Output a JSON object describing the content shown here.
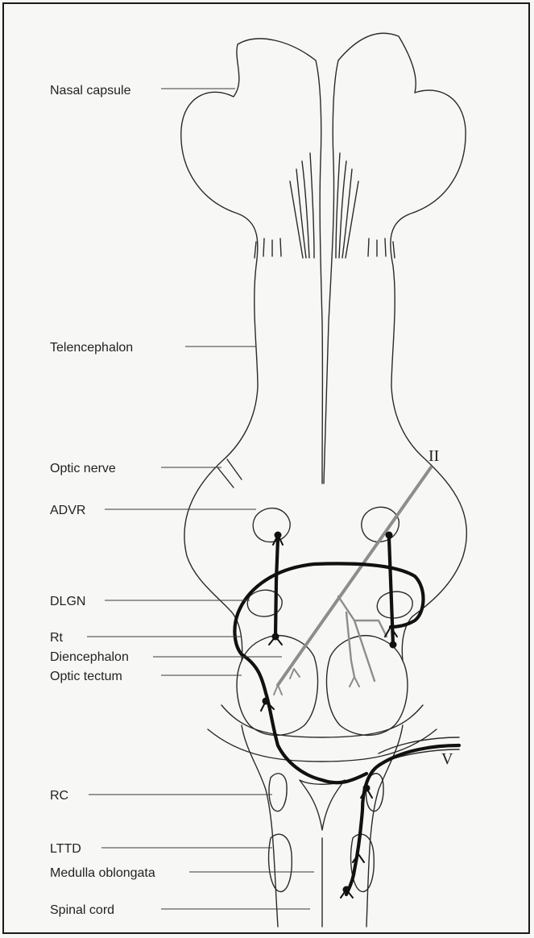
{
  "labels": {
    "nasal_capsule": "Nasal capsule",
    "telencephalon": "Telencephalon",
    "optic_nerve": "Optic nerve",
    "advr": "ADVR",
    "dlgn": "DLGN",
    "rt": "Rt",
    "diencephalon": "Diencephalon",
    "optic_tectum": "Optic tectum",
    "rc": "RC",
    "lttd": "LTTD",
    "medulla_oblongata": "Medulla oblongata",
    "spinal_cord": "Spinal cord"
  },
  "nerve_numerals": {
    "optic": "II",
    "trigeminal": "V"
  },
  "colors": {
    "outline": "#2a2a2a",
    "trigeminal_pathway": "#111111",
    "visual_pathway": "#8d8d8d",
    "background": "#f7f7f5"
  }
}
